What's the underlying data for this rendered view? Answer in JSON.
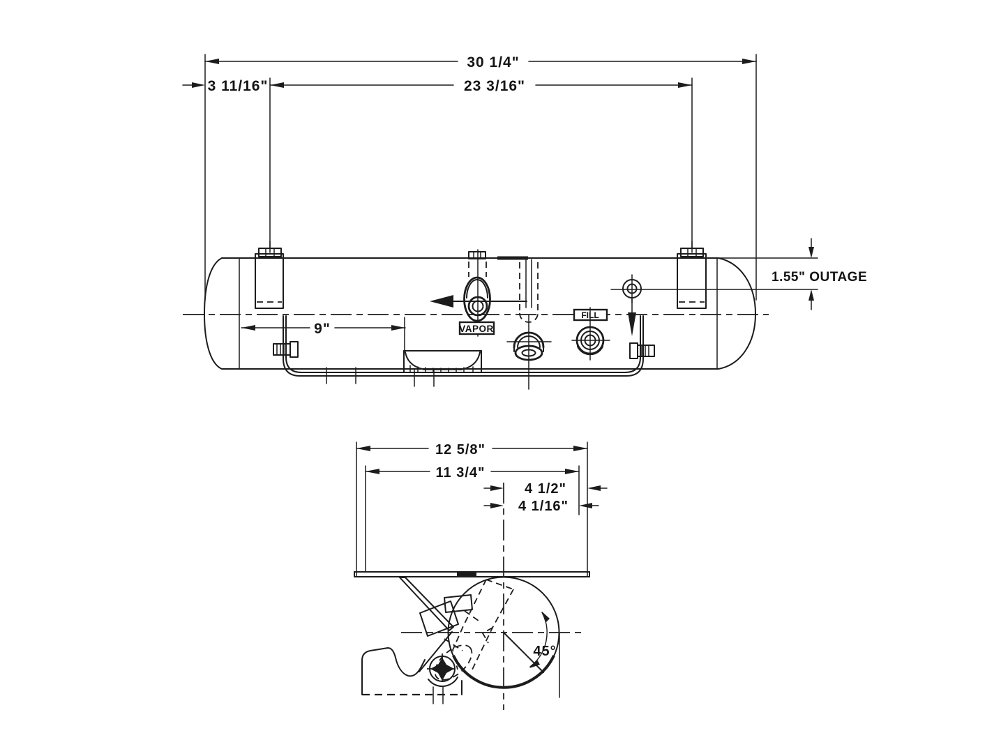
{
  "colors": {
    "ink": "#1c1c1c",
    "paper": "#ffffff"
  },
  "side_view": {
    "dim_overall_length": "30 1/4\"",
    "dim_left_offset": "3 11/16\"",
    "dim_bracket_spacing": "23 3/16\"",
    "dim_saddle_offset": "9\"",
    "dim_outage": "1.55\" OUTAGE",
    "vapor_label": "VAPOR",
    "fill_label": "FILL"
  },
  "end_view": {
    "dim_plate_width": "12 5/8\"",
    "dim_bolt_spacing": "11 3/4\"",
    "dim_right_of_center": "4 1/2\"",
    "dim_fill_offset": "4 1/16\"",
    "angle_label": "45°"
  }
}
